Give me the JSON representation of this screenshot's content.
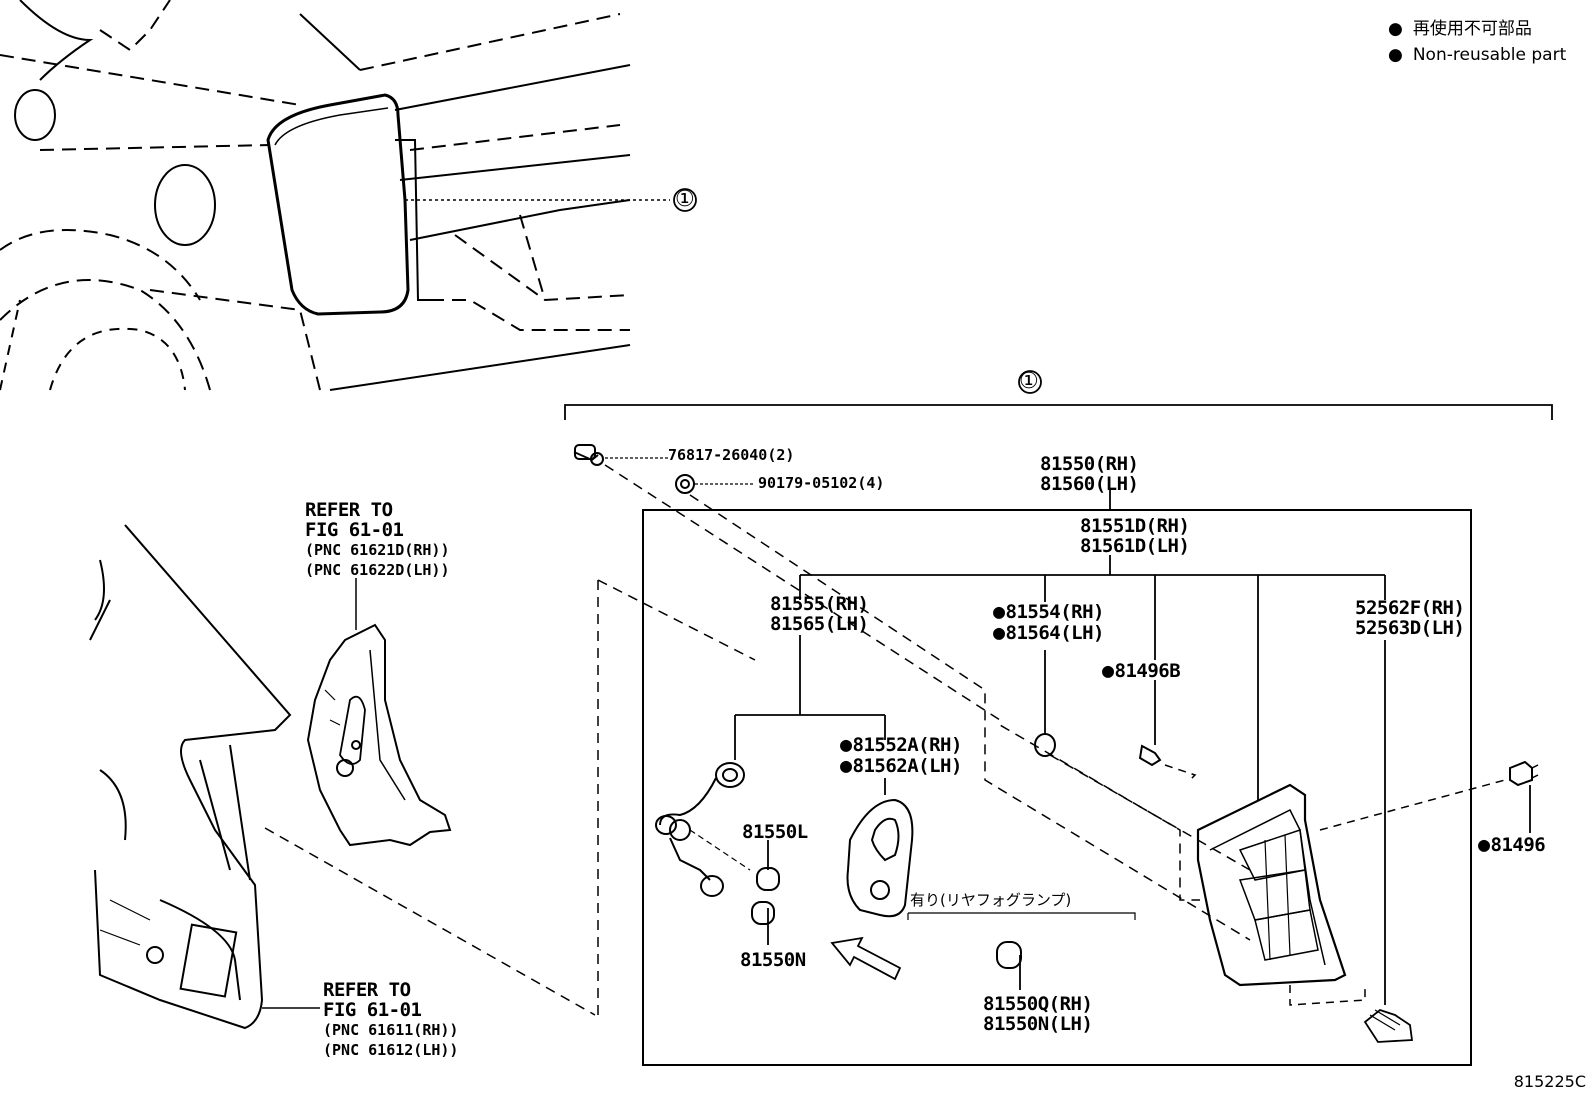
{
  "legend": {
    "jp": "再使用不可部品",
    "en": "Non-reusable part"
  },
  "callout": "①",
  "parts": {
    "screw": "76817-26040(2)",
    "nut": "90179-05102(4)",
    "lamp_assy_rh": "81550(RH)",
    "lamp_assy_lh": "81560(LH)",
    "lens_body_rh": "81551D(RH)",
    "lens_body_lh": "81561D(LH)",
    "socket_rh": "81555(RH)",
    "socket_lh": "81565(LH)",
    "gasket_rh": "81554(RH)",
    "gasket_lh": "81564(LH)",
    "clip_b": "81496B",
    "cushion_rh": "52562F(RH)",
    "cushion_lh": "52563D(LH)",
    "packing_rh": "81552A(RH)",
    "packing_lh": "81562A(LH)",
    "bulb_l": "81550L",
    "bulb_n": "81550N",
    "fog_note": "有り(リヤフォグランプ)",
    "fog_bulb_rh": "81550Q(RH)",
    "fog_bulb_lh": "81550N(LH)",
    "clip": "81496"
  },
  "refs": {
    "upper": {
      "line1": "REFER TO",
      "line2": "FIG 61-01",
      "line3": "(PNC 61621D(RH))",
      "line4": "(PNC 61622D(LH))"
    },
    "lower": {
      "line1": "REFER TO",
      "line2": "FIG 61-01",
      "line3": "(PNC 61611(RH))",
      "line4": "(PNC 61612(LH))"
    }
  },
  "doc_number": "815225C"
}
